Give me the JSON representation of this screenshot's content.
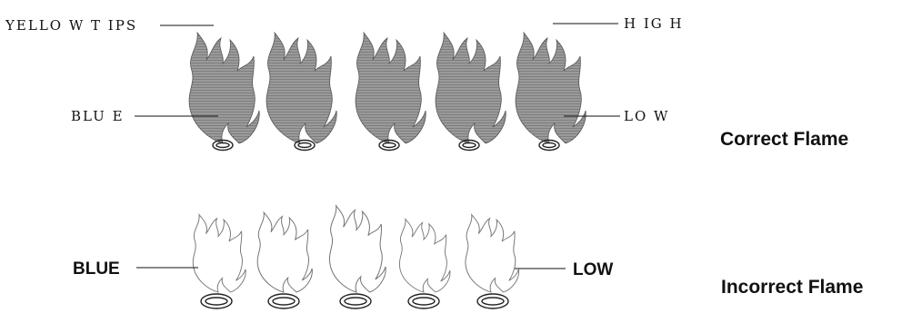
{
  "correct": {
    "yellow_tips_label": "YELLO W  T IPS",
    "high_label": "H IG H",
    "blue_label": "BLU E",
    "low_label": "LO W",
    "title": "Correct Flame",
    "flame_color": "#8c8c8c",
    "flame_count": 5
  },
  "incorrect": {
    "blue_label": "BLUE",
    "low_label": "LOW",
    "title": "Incorrect Flame",
    "flame_color": "#ffffff",
    "flame_count": 5
  }
}
